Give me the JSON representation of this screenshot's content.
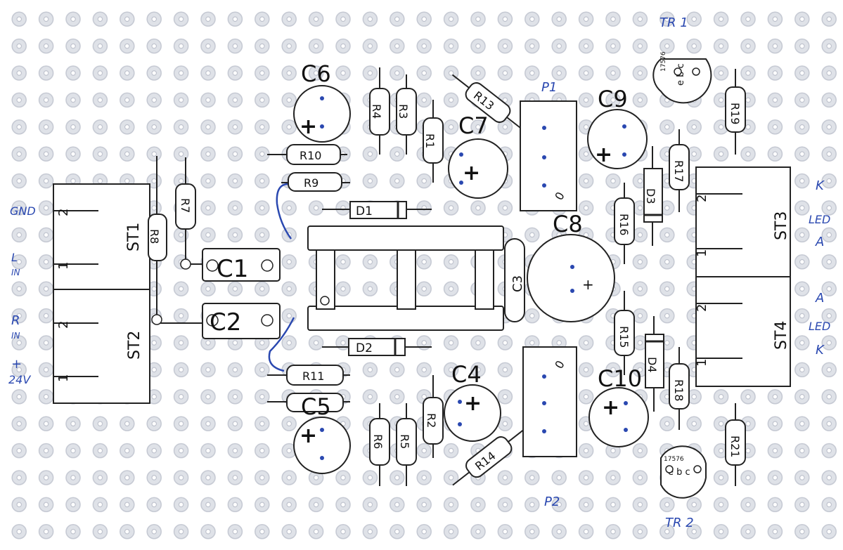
{
  "colors": {
    "ink": "#111111",
    "pen": "#2a48b0",
    "grid": "#c4c8d2",
    "board": "#ffffff"
  },
  "capacitors": [
    {
      "id": "c6",
      "label": "C6",
      "polarity": "+"
    },
    {
      "id": "c7",
      "label": "C7",
      "polarity": "+"
    },
    {
      "id": "c9",
      "label": "C9",
      "polarity": "+"
    },
    {
      "id": "c8",
      "label": "C8",
      "polarity": "+"
    },
    {
      "id": "c4",
      "label": "C4",
      "polarity": "+"
    },
    {
      "id": "c5",
      "label": "C5",
      "polarity": "+"
    },
    {
      "id": "c10",
      "label": "C10",
      "polarity": "+"
    }
  ],
  "film_caps": [
    {
      "id": "c1",
      "label": "C1"
    },
    {
      "id": "c2",
      "label": "C2"
    },
    {
      "id": "c3",
      "label": "C3"
    }
  ],
  "resistors": [
    {
      "id": "r1",
      "label": "R1"
    },
    {
      "id": "r2",
      "label": "R2"
    },
    {
      "id": "r3",
      "label": "R3"
    },
    {
      "id": "r4",
      "label": "R4"
    },
    {
      "id": "r5",
      "label": "R5"
    },
    {
      "id": "r6",
      "label": "R6"
    },
    {
      "id": "r7",
      "label": "R7"
    },
    {
      "id": "r8",
      "label": "R8"
    },
    {
      "id": "r9",
      "label": "R9"
    },
    {
      "id": "r10",
      "label": "R10"
    },
    {
      "id": "r11",
      "label": "R11"
    },
    {
      "id": "r13",
      "label": "R13"
    },
    {
      "id": "r14",
      "label": "R14"
    },
    {
      "id": "r15",
      "label": "R15"
    },
    {
      "id": "r16",
      "label": "R16"
    },
    {
      "id": "r17",
      "label": "R17"
    },
    {
      "id": "r18",
      "label": "R18"
    },
    {
      "id": "r19",
      "label": "R19"
    },
    {
      "id": "r21",
      "label": "R21"
    }
  ],
  "diodes": [
    {
      "id": "d1",
      "label": "D1"
    },
    {
      "id": "d2",
      "label": "D2"
    },
    {
      "id": "d3",
      "label": "D3"
    },
    {
      "id": "d4",
      "label": "D4"
    }
  ],
  "connectors": [
    {
      "id": "st1",
      "label": "ST1",
      "pin_top": "2",
      "pin_bottom": "1"
    },
    {
      "id": "st2",
      "label": "ST2",
      "pin_top": "2",
      "pin_bottom": "1"
    },
    {
      "id": "st3",
      "label": "ST3",
      "pin_top": "2",
      "pin_bottom": "1"
    },
    {
      "id": "st4",
      "label": "ST4",
      "pin_top": "2",
      "pin_bottom": "1"
    }
  ],
  "pots": [
    {
      "id": "p1",
      "label": "P1",
      "mark": "0"
    },
    {
      "id": "p2",
      "label": "P2",
      "mark": "0"
    }
  ],
  "transistors": [
    {
      "id": "tr1",
      "label": "TR 1",
      "part": "17576",
      "pins": "e b c"
    },
    {
      "id": "tr2",
      "label": "TR 2",
      "part": "17576",
      "pins": "e b c"
    }
  ],
  "handwritten": {
    "gnd": "GND",
    "lin": "L",
    "lin_sub": "IN",
    "rin": "R",
    "rin_sub": "IN",
    "v24_plus": "+",
    "v24": "24V",
    "k_top": "K",
    "led_top": "LED",
    "a_top": "A",
    "a_bottom": "A",
    "led_bottom": "LED",
    "k_bottom": "K"
  }
}
